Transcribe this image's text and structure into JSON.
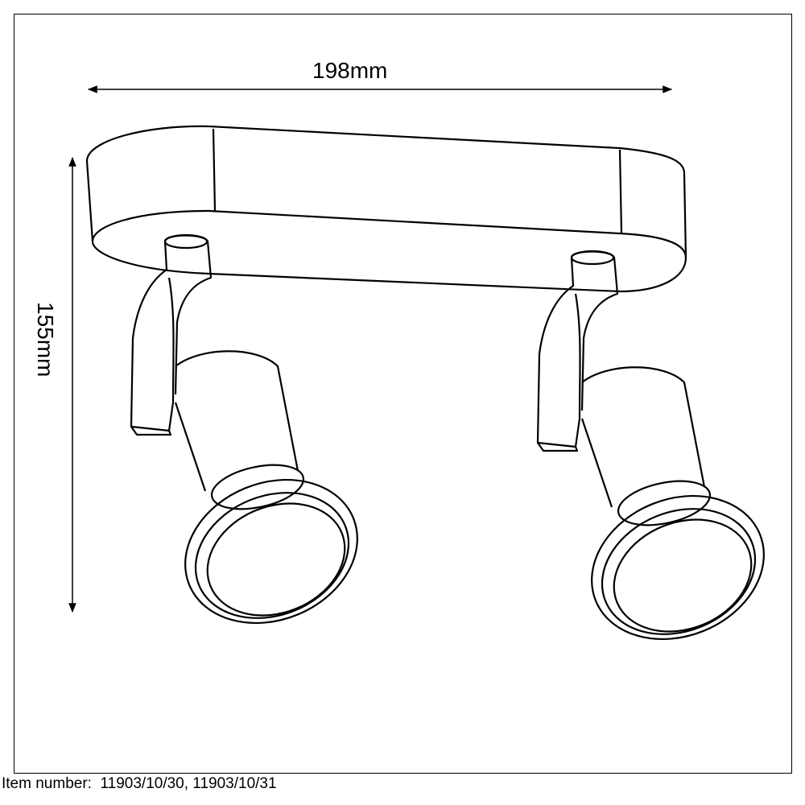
{
  "dimensions": {
    "width": "198mm",
    "height": "155mm"
  },
  "footer": {
    "label": "Item number:",
    "value": "11903/10/30, 11903/10/31"
  },
  "colors": {
    "line": "#000000",
    "background": "#ffffff"
  }
}
